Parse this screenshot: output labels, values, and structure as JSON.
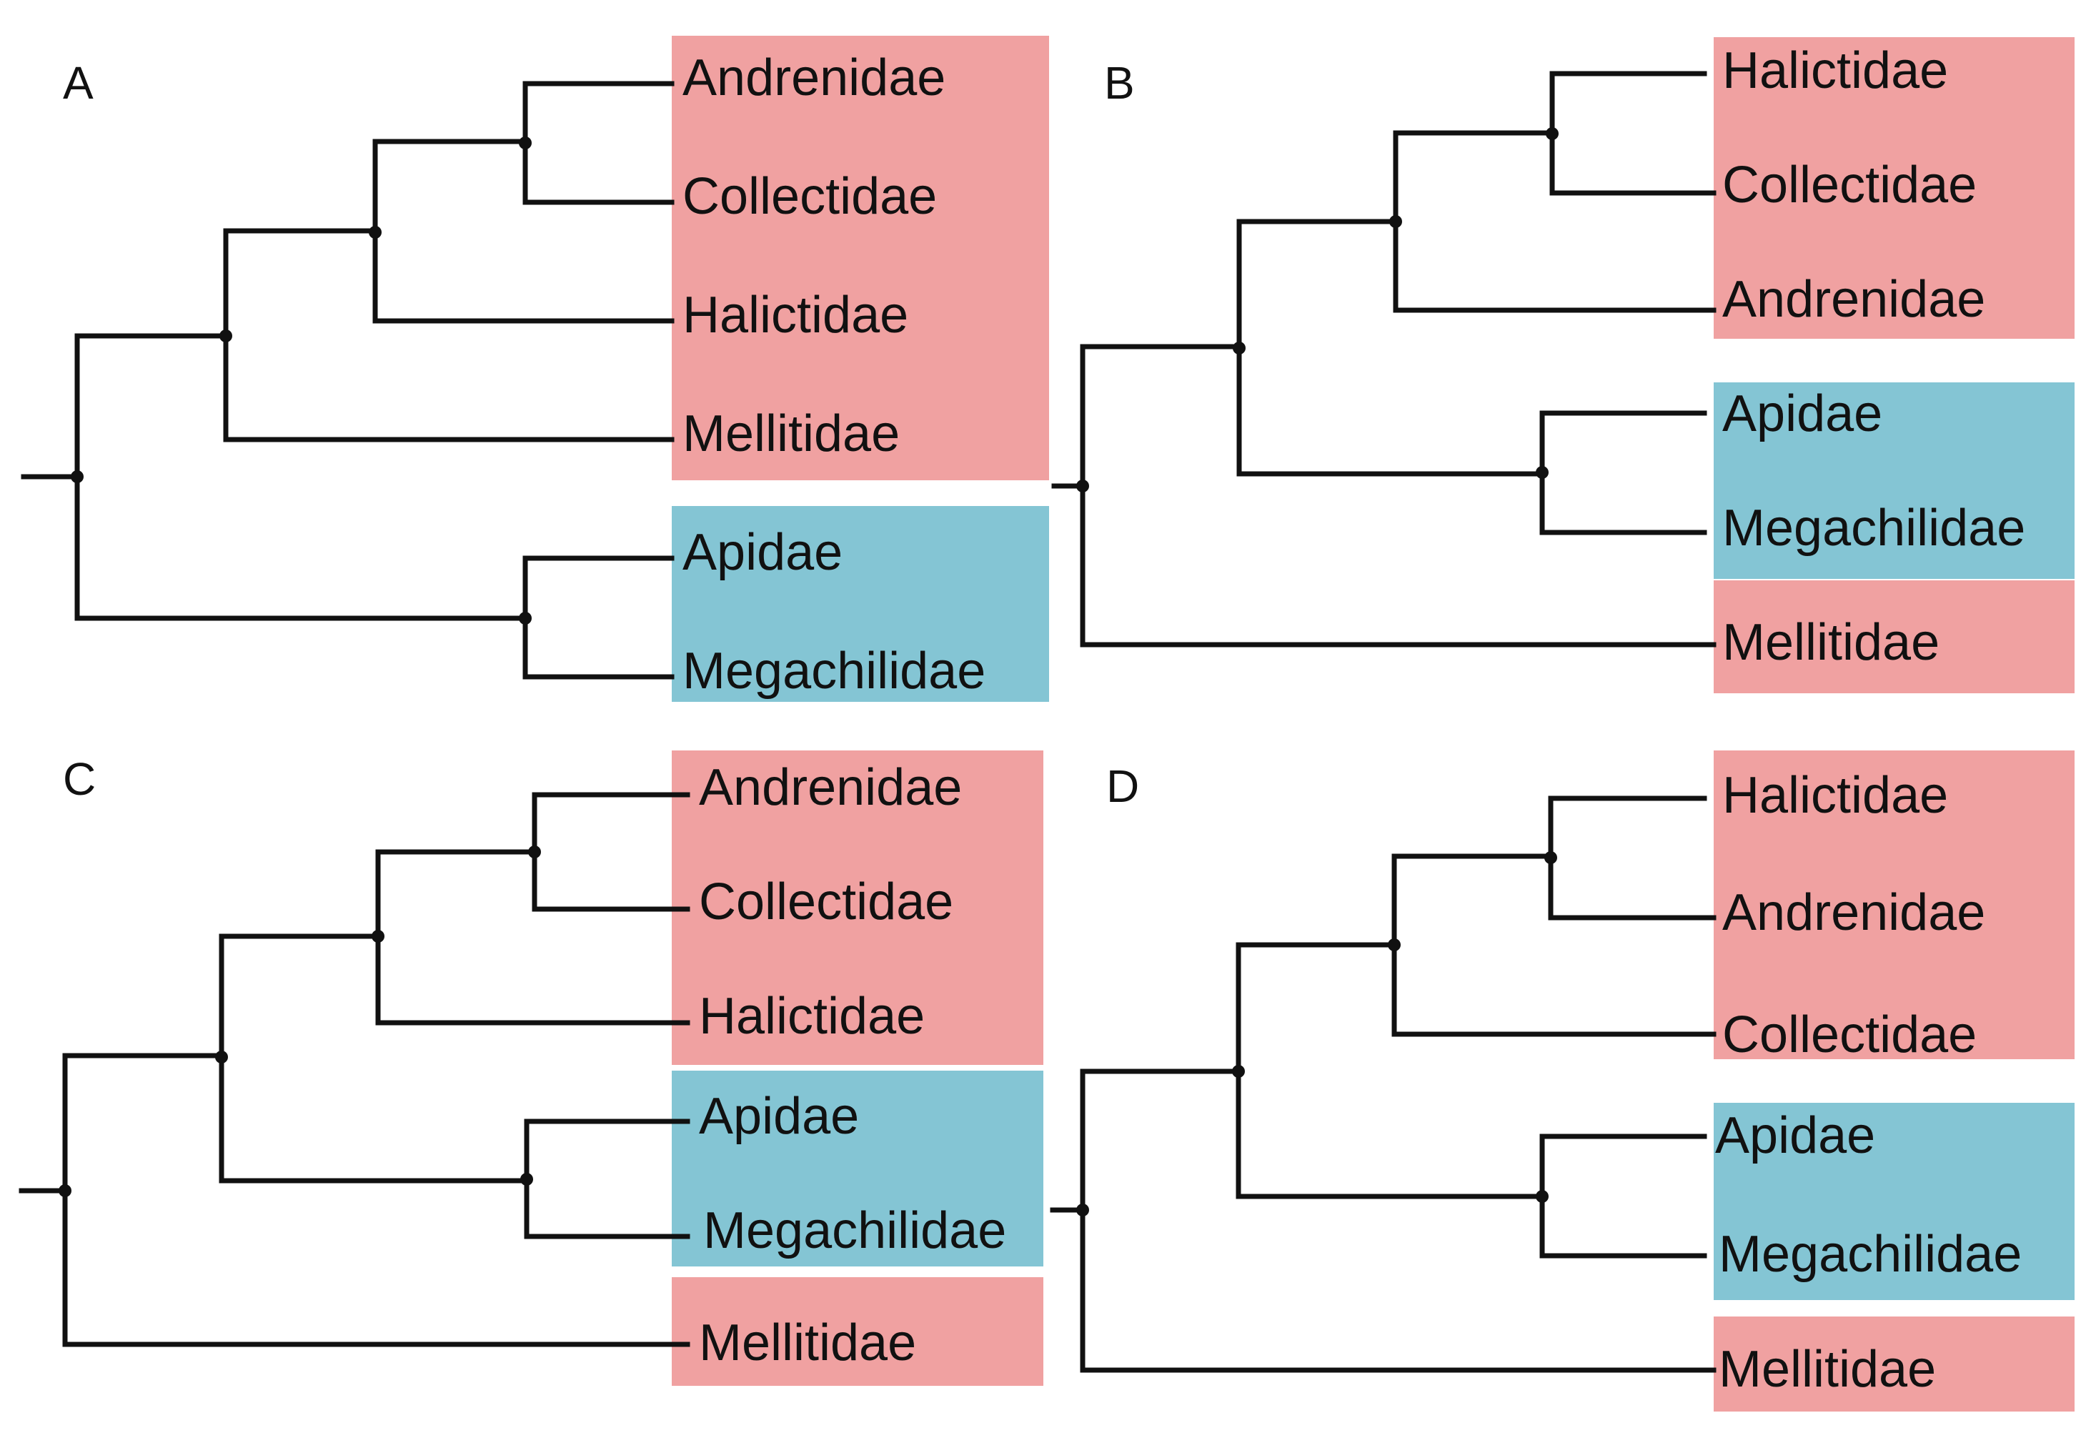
{
  "colors": {
    "group_pink": "#f0a1a1",
    "group_blue": "#84c5d4",
    "line": "#111111",
    "background": "#ffffff"
  },
  "panels": [
    {
      "letter": "A",
      "tips": [
        "Andrenidae",
        "Collectidae",
        "Halictidae",
        "Mellitidae",
        "Apidae",
        "Megachilidae"
      ],
      "tree": [
        [
          [
            [
              "Andrenidae",
              "Collectidae"
            ],
            "Halictidae"
          ],
          "Mellitidae"
        ],
        [
          "Apidae",
          "Megachilidae"
        ]
      ],
      "groups": [
        {
          "color": "pink",
          "tips": [
            "Andrenidae",
            "Collectidae",
            "Halictidae",
            "Mellitidae"
          ]
        },
        {
          "color": "blue",
          "tips": [
            "Apidae",
            "Megachilidae"
          ]
        }
      ]
    },
    {
      "letter": "B",
      "tips": [
        "Halictidae",
        "Collectidae",
        "Andrenidae",
        "Apidae",
        "Megachilidae",
        "Mellitidae"
      ],
      "tree": [
        [
          [
            [
              "Halictidae",
              "Collectidae"
            ],
            "Andrenidae"
          ],
          [
            "Apidae",
            "Megachilidae"
          ]
        ],
        "Mellitidae"
      ],
      "groups": [
        {
          "color": "pink",
          "tips": [
            "Halictidae",
            "Collectidae",
            "Andrenidae"
          ]
        },
        {
          "color": "blue",
          "tips": [
            "Apidae",
            "Megachilidae"
          ]
        },
        {
          "color": "pink",
          "tips": [
            "Mellitidae"
          ]
        }
      ]
    },
    {
      "letter": "C",
      "tips": [
        "Andrenidae",
        "Collectidae",
        "Halictidae",
        "Apidae",
        "Megachilidae",
        "Mellitidae"
      ],
      "tree": [
        [
          [
            [
              "Andrenidae",
              "Collectidae"
            ],
            "Halictidae"
          ],
          [
            "Apidae",
            "Megachilidae"
          ]
        ],
        "Mellitidae"
      ],
      "groups": [
        {
          "color": "pink",
          "tips": [
            "Andrenidae",
            "Collectidae",
            "Halictidae"
          ]
        },
        {
          "color": "blue",
          "tips": [
            "Apidae",
            "Megachilidae"
          ]
        },
        {
          "color": "pink",
          "tips": [
            "Mellitidae"
          ]
        }
      ]
    },
    {
      "letter": "D",
      "tips": [
        "Halictidae",
        "Andrenidae",
        "Collectidae",
        "Apidae",
        "Megachilidae",
        "Mellitidae"
      ],
      "tree": [
        [
          [
            [
              "Halictidae",
              "Andrenidae"
            ],
            "Collectidae"
          ],
          [
            "Apidae",
            "Megachilidae"
          ]
        ],
        "Mellitidae"
      ],
      "groups": [
        {
          "color": "pink",
          "tips": [
            "Halictidae",
            "Andrenidae",
            "Collectidae"
          ]
        },
        {
          "color": "blue",
          "tips": [
            "Apidae",
            "Megachilidae"
          ]
        },
        {
          "color": "pink",
          "tips": [
            "Mellitidae"
          ]
        }
      ]
    }
  ]
}
